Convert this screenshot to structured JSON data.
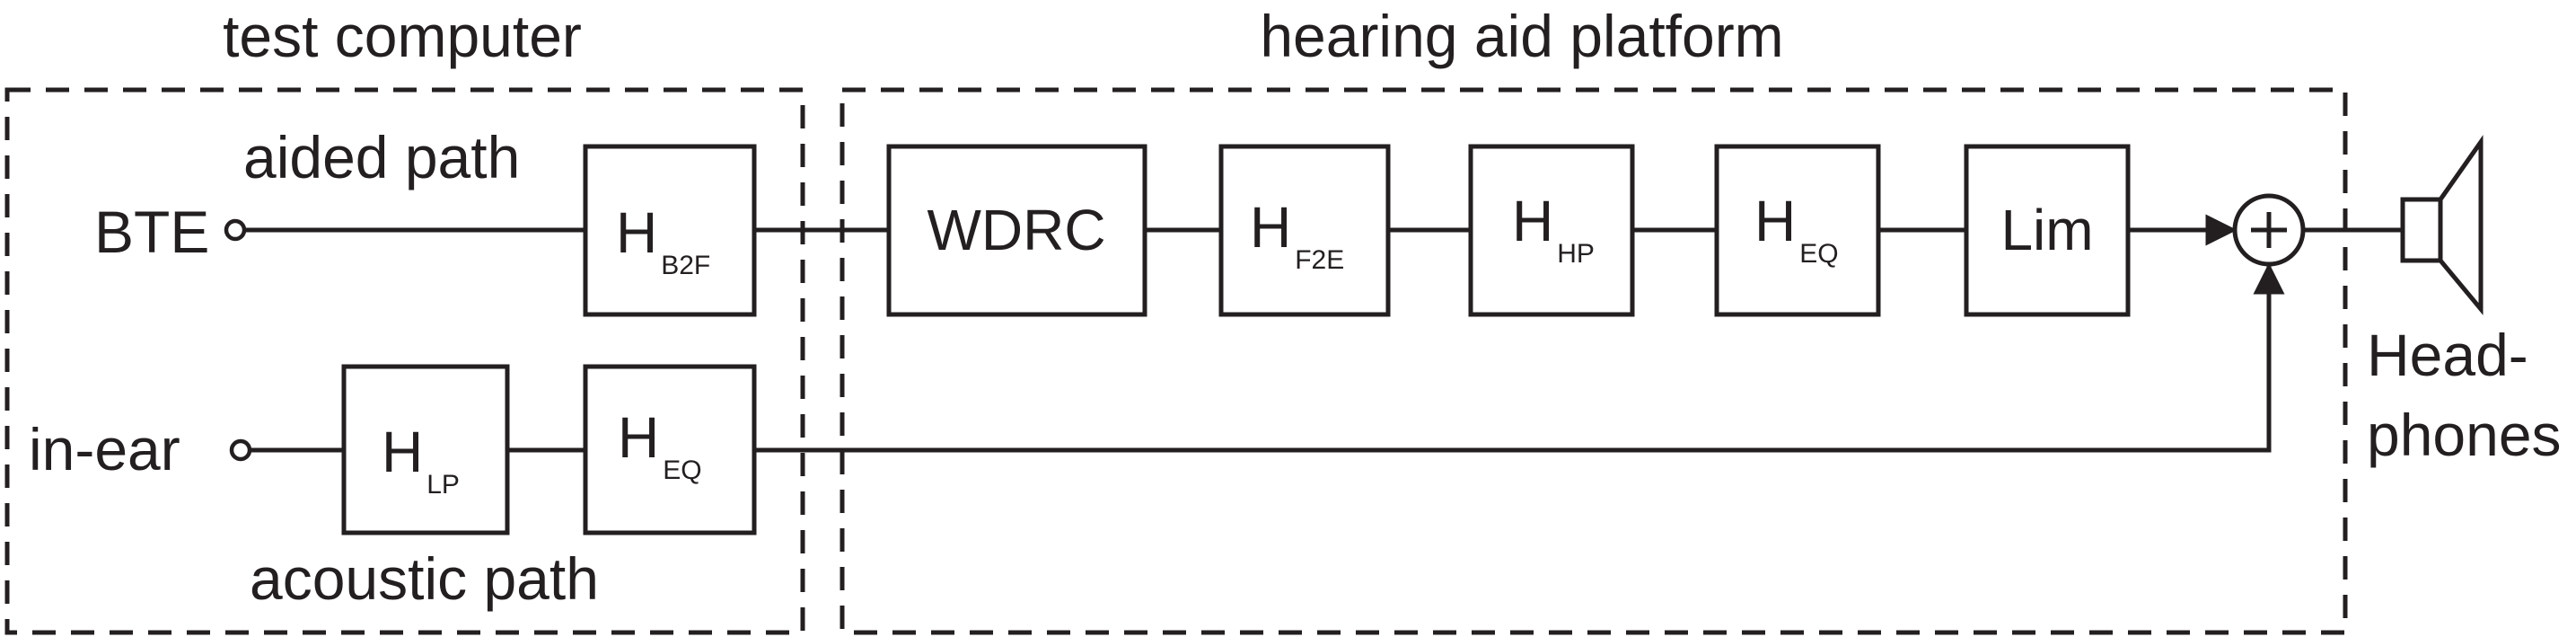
{
  "groups": {
    "test_computer": "test computer",
    "hearing_aid_platform": "hearing aid platform"
  },
  "paths": {
    "aided": "aided path",
    "acoustic": "acoustic path"
  },
  "inputs": {
    "bte": "BTE",
    "in_ear": "in-ear"
  },
  "blocks": {
    "b2f": {
      "main": "H",
      "sub": "B2F"
    },
    "lp": {
      "main": "H",
      "sub": "LP"
    },
    "eq_acoustic": {
      "main": "H",
      "sub": "EQ"
    },
    "wdrc": "WDRC",
    "f2e": {
      "main": "H",
      "sub": "F2E"
    },
    "hp": {
      "main": "H",
      "sub": "HP"
    },
    "eq_aided": {
      "main": "H",
      "sub": "EQ"
    },
    "lim": "Lim"
  },
  "sum_symbol": "+",
  "output": {
    "line1": "Head-",
    "line2": "phones"
  }
}
